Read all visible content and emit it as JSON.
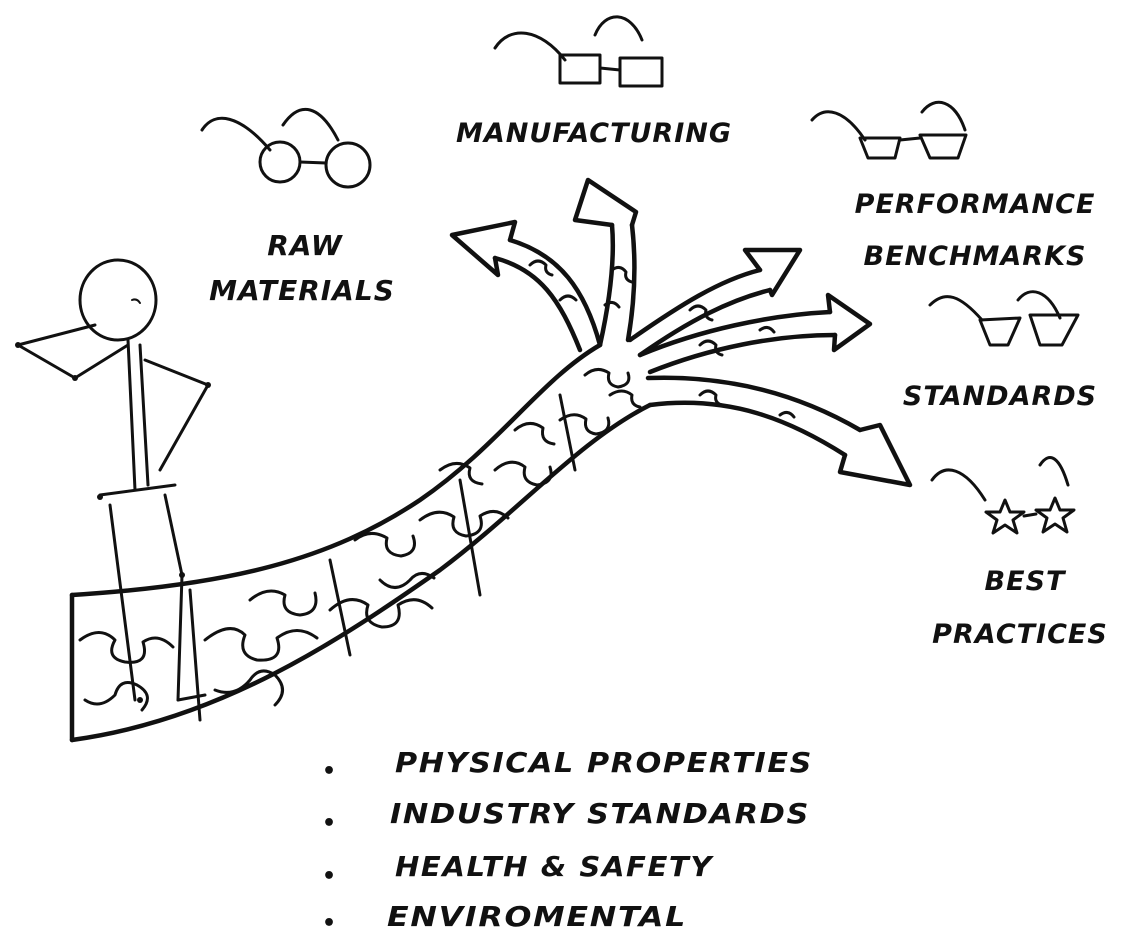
{
  "labels": {
    "raw_materials": [
      "RAW",
      "MATERIALS"
    ],
    "manufacturing": [
      "MANUFACTURING"
    ],
    "performance_benchmarks": [
      "PERFORMANCE",
      "BENCHMARKS"
    ],
    "standards": [
      "STANDARDS"
    ],
    "best_practices": [
      "BEST",
      "PRACTICES"
    ]
  },
  "bullets": {
    "marker": "•",
    "items": [
      "PHYSICAL PROPERTIES",
      "INDUSTRY STANDARDS",
      "HEALTH & SAFETY",
      "ENVIROMENTAL"
    ]
  },
  "icons": [
    "round-glasses-icon",
    "square-glasses-icon",
    "half-rim-glasses-icon",
    "cat-eye-glasses-icon",
    "star-glasses-icon",
    "stick-figure-icon",
    "puzzle-path-icon"
  ],
  "colors": {
    "ink": "#111111",
    "background": "#ffffff"
  }
}
